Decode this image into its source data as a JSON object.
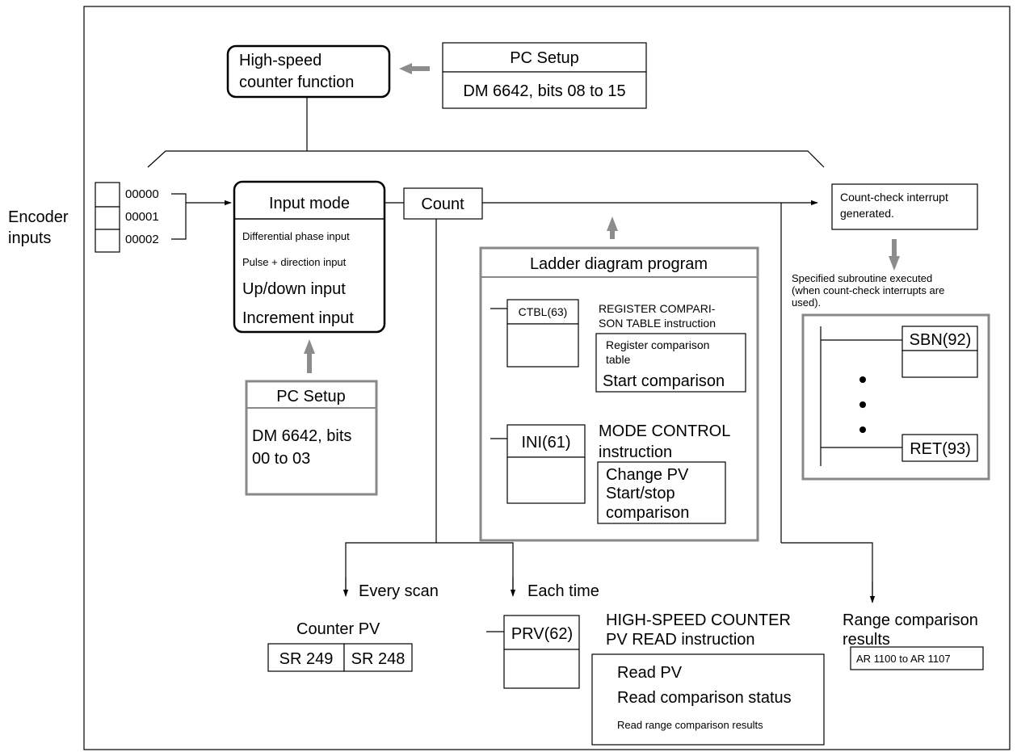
{
  "hs_function": {
    "line1": "High-speed",
    "line2": "counter function"
  },
  "pc_setup_top": {
    "title": "PC Setup",
    "detail": "DM 6642, bits 08 to 15"
  },
  "encoder": {
    "label_line1": "Encoder",
    "label_line2": "inputs",
    "bits": [
      "00000",
      "00001",
      "00002"
    ]
  },
  "input_mode": {
    "title": "Input mode",
    "items": [
      "Differential phase input",
      "Pulse + direction input",
      "Up/down input",
      "Increment input"
    ]
  },
  "pc_setup_bottom": {
    "title": "PC Setup",
    "detail_line1": "DM 6642, bits",
    "detail_line2": "00 to 03"
  },
  "count_label": "Count",
  "ladder": {
    "title": "Ladder diagram program",
    "ctbl": {
      "name": "CTBL(63)",
      "desc_line1": "REGISTER COMPARI-",
      "desc_line2": "SON TABLE instruction",
      "func1_line1": "Register comparison",
      "func1_line2": "table",
      "func2": "Start comparison"
    },
    "ini": {
      "name": "INI(61)",
      "desc_line1": "MODE CONTROL",
      "desc_line2": "instruction",
      "func_lines": [
        "Change PV",
        "Start/stop",
        "comparison"
      ]
    }
  },
  "interrupt": {
    "line1": "Count-check interrupt",
    "line2": "generated."
  },
  "subroutine": {
    "caption_lines": [
      "Specified subroutine executed",
      "(when count-check interrupts are",
      "used)."
    ],
    "sbn": "SBN(92)",
    "ret": "RET(93)"
  },
  "every_scan": "Every scan",
  "each_time": "Each time",
  "counter_pv": {
    "title": "Counter PV",
    "cells": [
      "SR 249",
      "SR 248"
    ]
  },
  "prv": {
    "name": "PRV(62)",
    "desc_line1": "HIGH-SPEED COUNTER",
    "desc_line2": "PV READ instruction",
    "funcs": [
      "Read PV",
      "Read comparison status",
      "Read range comparison results"
    ]
  },
  "range": {
    "title_line1": "Range comparison",
    "title_line2": "results",
    "value": "AR 1100 to AR 1107"
  }
}
